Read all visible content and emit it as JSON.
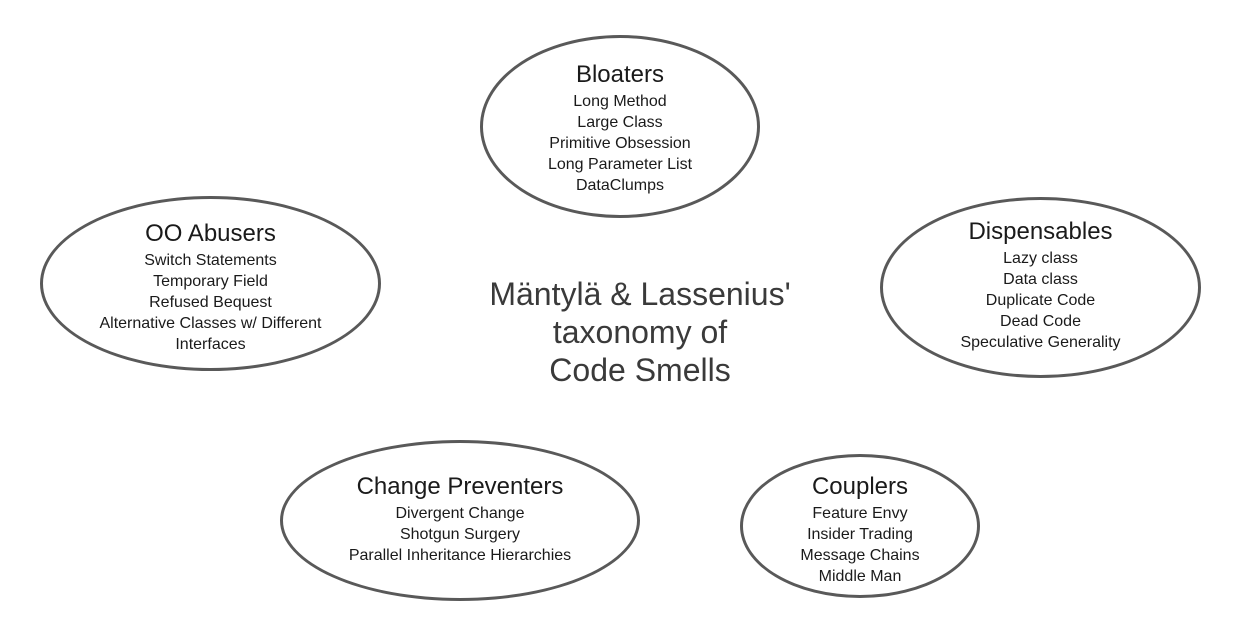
{
  "center": {
    "lines": [
      "Mäntylä & Lassenius'",
      "taxonomy of",
      "Code Smells"
    ]
  },
  "bubbles": {
    "bloaters": {
      "title": "Bloaters",
      "items": [
        "Long Method",
        "Large Class",
        "Primitive Obsession",
        "Long Parameter List",
        "DataClumps"
      ]
    },
    "oo_abusers": {
      "title": "OO Abusers",
      "items": [
        "Switch Statements",
        "Temporary Field",
        "Refused Bequest",
        "Alternative Classes w/ Different",
        "Interfaces"
      ]
    },
    "dispensables": {
      "title": "Dispensables",
      "items": [
        "Lazy class",
        "Data class",
        "Duplicate Code",
        "Dead Code",
        "Speculative Generality"
      ]
    },
    "change_preventers": {
      "title": "Change Preventers",
      "items": [
        "Divergent Change",
        "Shotgun Surgery",
        "Parallel Inheritance Hierarchies"
      ]
    },
    "couplers": {
      "title": "Couplers",
      "items": [
        "Feature Envy",
        "Insider Trading",
        "Message Chains",
        "Middle Man"
      ]
    }
  },
  "colors": {
    "outline": "#595959",
    "text": "#1a1a1a",
    "center_text": "#3a3a3a",
    "background": "#ffffff"
  }
}
